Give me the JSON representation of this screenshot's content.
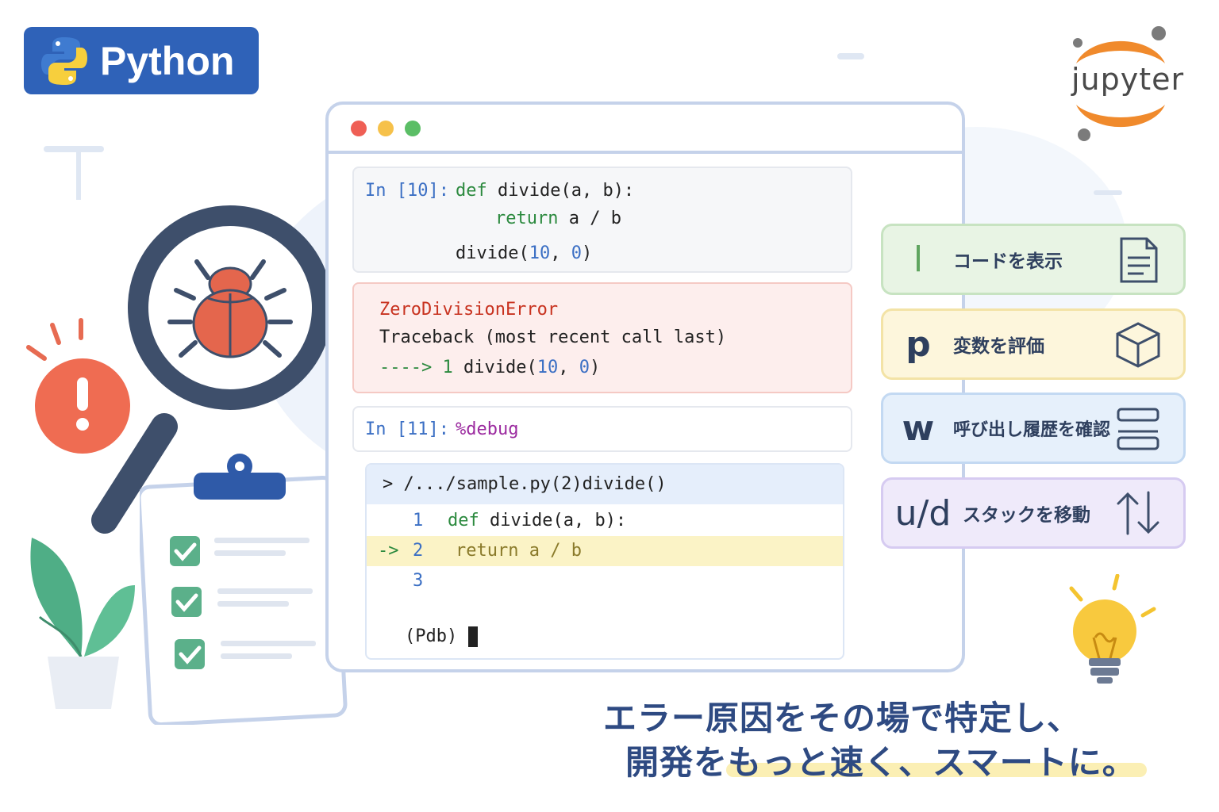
{
  "badge": {
    "label": "Python"
  },
  "jupyter": {
    "label": "jupyter"
  },
  "notebook": {
    "cell1": {
      "prompt": "In [10]:",
      "line1_kw": "def",
      "line1_rest": " divide(a, b):",
      "line2_kw": "return",
      "line2_rest": " a / b",
      "line3_fn": "divide(",
      "line3_a": "10",
      "line3_sep": ", ",
      "line3_b": "0",
      "line3_end": ")"
    },
    "error": {
      "name": "ZeroDivisionError",
      "traceback": "Traceback (most recent call last)",
      "arrow": "---->",
      "lineno": "1",
      "call_fn": "divide(",
      "call_a": "10",
      "call_sep": ", ",
      "call_b": "0",
      "call_end": ")"
    },
    "cell2": {
      "prompt": "In [11]:",
      "magic": "%debug"
    },
    "pdb": {
      "location": "> /.../sample.py(2)divide()",
      "lines": [
        {
          "marker": "",
          "no": "1",
          "kw": "def",
          "rest": " divide(a, b):"
        },
        {
          "marker": "->",
          "no": "2",
          "kw": "return",
          "rest": " a / b"
        },
        {
          "marker": "",
          "no": "3",
          "kw": "",
          "rest": ""
        }
      ],
      "prompt": "(Pdb)"
    }
  },
  "shortcuts": [
    {
      "key": "l",
      "desc": "コードを表示",
      "icon": "document-icon",
      "bg": "#e8f4e4",
      "border": "#c7e3c1"
    },
    {
      "key": "p",
      "desc": "変数を評価",
      "icon": "cube-icon",
      "bg": "#fdf6dc",
      "border": "#f3e3a6"
    },
    {
      "key": "w",
      "desc": "呼び出し履歴を確認",
      "icon": "stack-icon",
      "bg": "#e6f0fb",
      "border": "#c3d9f2"
    },
    {
      "key": "u/d",
      "desc": "スタックを移動",
      "icon": "up-down-arrows-icon",
      "bg": "#efeafa",
      "border": "#d6cbf1"
    }
  ],
  "tagline": {
    "line1": "エラー原因をその場で特定し、",
    "line2": "開発をもっと速く、スマートに。"
  },
  "colors": {
    "accent": "#2f62b8",
    "error": "#c8321f",
    "keyword": "#2c8a3f",
    "number": "#3b6fc4",
    "magic": "#9b2a9f"
  }
}
